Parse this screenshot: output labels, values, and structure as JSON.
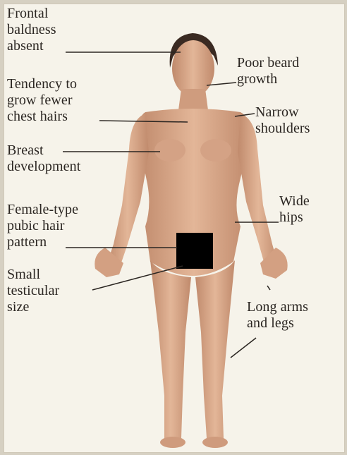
{
  "diagram": {
    "labels": {
      "frontal_baldness": "Frontal\nbaldness\nabsent",
      "chest_hairs": "Tendency to\ngrow fewer\nchest hairs",
      "breast": "Breast\ndevelopment",
      "pubic_hair": "Female-type\npubic hair\npattern",
      "testicular": "Small\ntesticular\nsize",
      "beard": "Poor beard\ngrowth",
      "shoulders": "Narrow\nshoulders",
      "hips": "Wide\nhips",
      "arms_legs": "Long arms\nand legs"
    },
    "colors": {
      "skin": "#d9a98a",
      "skin_shadow": "#b98367",
      "hair": "#3a2a22",
      "censor": "#000000",
      "leader": "#2b2622"
    }
  }
}
